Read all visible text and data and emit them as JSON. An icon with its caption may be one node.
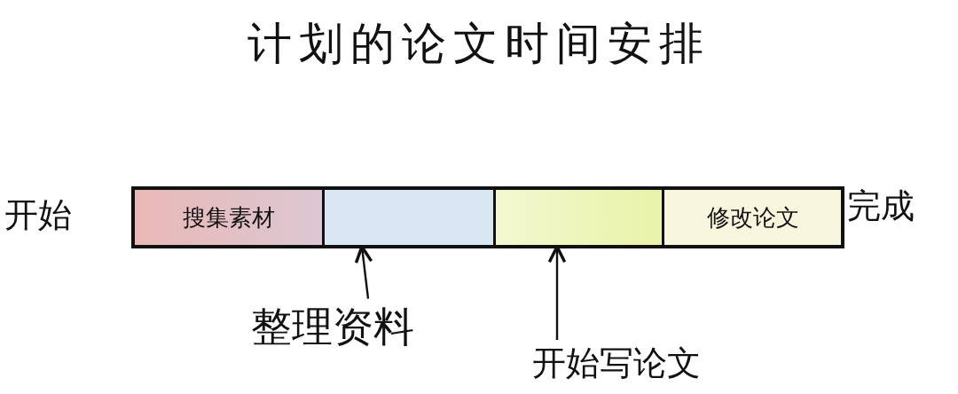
{
  "diagram": {
    "title": "计划的论文时间安排",
    "nodes": [
      {
        "text": [],
        "shape": "bar"
      },
      {
        "text": [
          "搜集素材"
        ],
        "in": 0
      },
      {
        "text": [],
        "shape": "box",
        "in": 0
      },
      {
        "text": [],
        "shape": "box",
        "in": 0
      },
      {
        "text": [
          "修改论文"
        ],
        "in": 0
      },
      {
        "text": [
          "整理资料"
        ]
      },
      {
        "text": [
          "开始写论文"
        ]
      }
    ],
    "edges": [
      {
        "from": 5,
        "to": 2,
        "arrow": "to"
      },
      {
        "from": 6,
        "to": 3,
        "arrow": "to"
      }
    ],
    "labels": [
      "开始",
      "完成"
    ]
  }
}
